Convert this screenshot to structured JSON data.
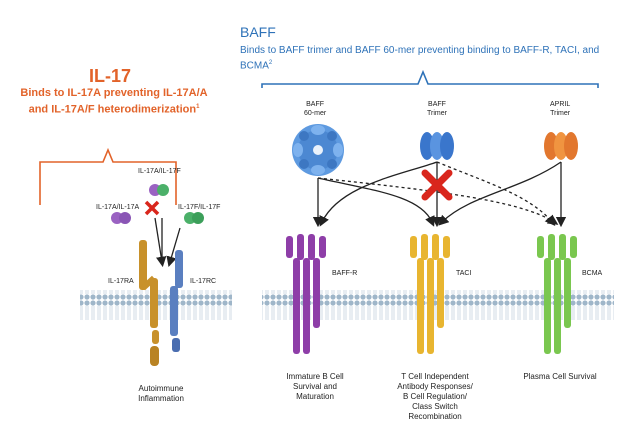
{
  "il17": {
    "title": "IL-17",
    "description": "Binds to IL-17A preventing IL-17A/A and IL-17A/F heterodimerization",
    "footnote": "1",
    "ligand_top": "IL-17A/IL-17F",
    "ligand_left": "IL-17A/IL-17A",
    "ligand_right": "IL-17F/IL-17F",
    "receptor_left": "IL-17RA",
    "receptor_right": "IL-17RC",
    "outcome_line1": "Autoimmune",
    "outcome_line2": "Inflammation"
  },
  "baff": {
    "title": "BAFF",
    "description": "Binds to BAFF trimer and BAFF 60-mer preventing binding to BAFF-R, TACI, and BCMA",
    "footnote": "2",
    "ligands": [
      {
        "line1": "BAFF",
        "line2": "60-mer"
      },
      {
        "line1": "BAFF",
        "line2": "Trimer"
      },
      {
        "line1": "APRIL",
        "line2": "Trimer"
      }
    ],
    "receptors": [
      "BAFF-R",
      "TACI",
      "BCMA"
    ],
    "outcomes": [
      [
        "Immature B Cell",
        "Survival and",
        "Maturation"
      ],
      [
        "T Cell Independent",
        "Antibody Responses/",
        "B Cell Regulation/",
        "Class Switch",
        "Recombination"
      ],
      [
        "Plasma Cell Survival"
      ]
    ]
  },
  "colors": {
    "il17_accent": "#e2632a",
    "baff_accent": "#2e72b8",
    "baffr": "#8e3ea8",
    "taci": "#e8b530",
    "bcma": "#7ac74f",
    "inhibit": "#d9261c"
  }
}
